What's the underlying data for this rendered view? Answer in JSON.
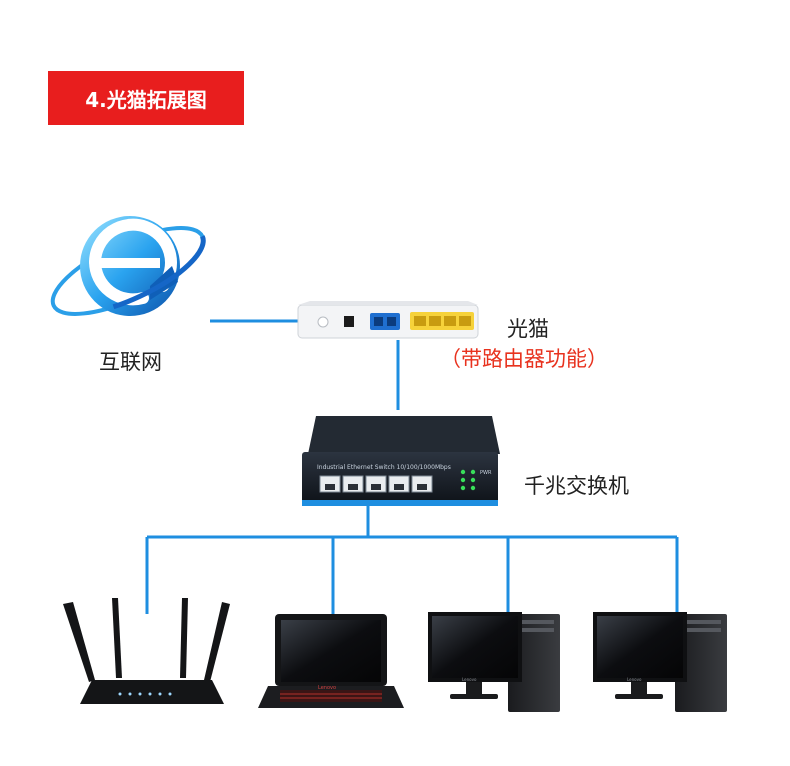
{
  "title": "4.光猫拓展图",
  "nodes": {
    "internet": {
      "label": "互联网"
    },
    "modem": {
      "label": "光猫",
      "sublabel": "（带路由器功能）"
    },
    "switch": {
      "label": "千兆交换机",
      "panel_text": "Industrial Ethernet Switch 10/100/1000Mbps",
      "led_label": "PWR"
    },
    "laptop": {
      "keyboard_brand": "Lenovo"
    },
    "monitor": {
      "brand": "Lenovo"
    }
  },
  "colors": {
    "title_bg": "#e81e1e",
    "link": "#1e8ee0",
    "sublabel": "#e8321e"
  }
}
